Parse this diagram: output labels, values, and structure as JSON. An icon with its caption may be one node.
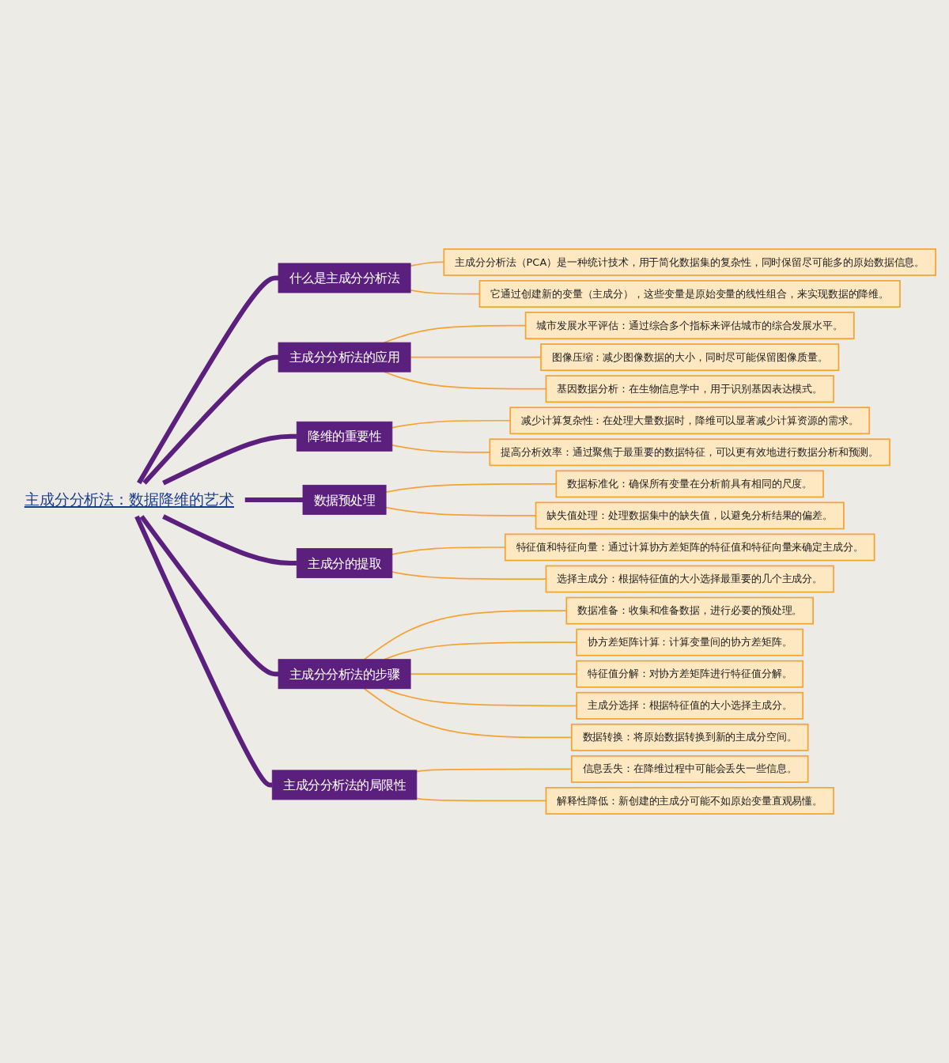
{
  "diagram": {
    "nodes": [
      {
        "text": [
          "主成分分析法：数据降维的艺术"
        ]
      },
      {
        "text": [
          "什么是主成分分析法"
        ]
      },
      {
        "text": [
          "主成分分析法（PCA）是一种统计技术，用于简化数据集的复杂性，同时保留尽可能多的原始数据信息。"
        ]
      },
      {
        "text": [
          "它通过创建新的变量（主成分），这些变量是原始变量的线性组合，来实现数据的降维。"
        ]
      },
      {
        "text": [
          "主成分分析法的应用"
        ]
      },
      {
        "text": [
          "城市发展水平评估：通过综合多个指标来评估城市的综合发展水平。"
        ]
      },
      {
        "text": [
          "图像压缩：减少图像数据的大小，同时尽可能保留图像质量。"
        ]
      },
      {
        "text": [
          "基因数据分析：在生物信息学中，用于识别基因表达模式。"
        ]
      },
      {
        "text": [
          "降维的重要性"
        ]
      },
      {
        "text": [
          "减少计算复杂性：在处理大量数据时，降维可以显著减少计算资源的需求。"
        ]
      },
      {
        "text": [
          "提高分析效率：通过聚焦于最重要的数据特征，可以更有效地进行数据分析和预测。"
        ]
      },
      {
        "text": [
          "数据预处理"
        ]
      },
      {
        "text": [
          "数据标准化：确保所有变量在分析前具有相同的尺度。"
        ]
      },
      {
        "text": [
          "缺失值处理：处理数据集中的缺失值，以避免分析结果的偏差。"
        ]
      },
      {
        "text": [
          "主成分的提取"
        ]
      },
      {
        "text": [
          "特征值和特征向量：通过计算协方差矩阵的特征值和特征向量来确定主成分。"
        ]
      },
      {
        "text": [
          "选择主成分：根据特征值的大小选择最重要的几个主成分。"
        ]
      },
      {
        "text": [
          "主成分分析法的步骤"
        ]
      },
      {
        "text": [
          "数据准备：收集和准备数据，进行必要的预处理。"
        ]
      },
      {
        "text": [
          "协方差矩阵计算：计算变量间的协方差矩阵。"
        ]
      },
      {
        "text": [
          "特征值分解：对协方差矩阵进行特征值分解。"
        ]
      },
      {
        "text": [
          "主成分选择：根据特征值的大小选择主成分。"
        ]
      },
      {
        "text": [
          "数据转换：将原始数据转换到新的主成分空间。"
        ]
      },
      {
        "text": [
          "主成分分析法的局限性"
        ]
      },
      {
        "text": [
          "信息丢失：在降维过程中可能会丢失一些信息。"
        ]
      },
      {
        "text": [
          "解释性降低：新创建的主成分可能不如原始变量直观易懂。"
        ]
      }
    ],
    "edges": [
      {
        "from": 0,
        "to": 1,
        "arrow": "none",
        "style": "thick",
        "color": "#5b1f7e"
      },
      {
        "from": 1,
        "to": 2,
        "arrow": "none"
      },
      {
        "from": 1,
        "to": 3,
        "arrow": "none"
      },
      {
        "from": 0,
        "to": 4,
        "arrow": "none",
        "style": "thick",
        "color": "#5b1f7e"
      },
      {
        "from": 4,
        "to": 5,
        "arrow": "none"
      },
      {
        "from": 4,
        "to": 6,
        "arrow": "none"
      },
      {
        "from": 4,
        "to": 7,
        "arrow": "none"
      },
      {
        "from": 0,
        "to": 8,
        "arrow": "none",
        "style": "thick",
        "color": "#5b1f7e"
      },
      {
        "from": 8,
        "to": 9,
        "arrow": "none"
      },
      {
        "from": 8,
        "to": 10,
        "arrow": "none"
      },
      {
        "from": 0,
        "to": 11,
        "arrow": "none",
        "style": "thick",
        "color": "#5b1f7e"
      },
      {
        "from": 11,
        "to": 12,
        "arrow": "none"
      },
      {
        "from": 11,
        "to": 13,
        "arrow": "none"
      },
      {
        "from": 0,
        "to": 14,
        "arrow": "none",
        "style": "thick",
        "color": "#5b1f7e"
      },
      {
        "from": 14,
        "to": 15,
        "arrow": "none"
      },
      {
        "from": 14,
        "to": 16,
        "arrow": "none"
      },
      {
        "from": 0,
        "to": 17,
        "arrow": "none",
        "style": "thick",
        "color": "#5b1f7e"
      },
      {
        "from": 17,
        "to": 18,
        "arrow": "none"
      },
      {
        "from": 17,
        "to": 19,
        "arrow": "none"
      },
      {
        "from": 17,
        "to": 20,
        "arrow": "none"
      },
      {
        "from": 17,
        "to": 21,
        "arrow": "none"
      },
      {
        "from": 17,
        "to": 22,
        "arrow": "none"
      },
      {
        "from": 0,
        "to": 23,
        "arrow": "none",
        "style": "thick",
        "color": "#5b1f7e"
      },
      {
        "from": 23,
        "to": 24,
        "arrow": "none"
      },
      {
        "from": 23,
        "to": 25,
        "arrow": "none"
      }
    ]
  }
}
